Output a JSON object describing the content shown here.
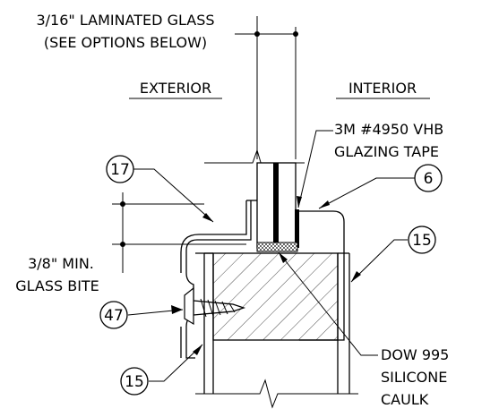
{
  "labels": {
    "glass_line1": "3/16\" LAMINATED GLASS",
    "glass_line2": "(SEE OPTIONS BELOW)",
    "exterior": "EXTERIOR",
    "interior": "INTERIOR",
    "tape_line1": "3M #4950 VHB",
    "tape_line2": "GLAZING TAPE",
    "bite_line1": "3/8\" MIN.",
    "bite_line2": "GLASS BITE",
    "caulk_line1": "DOW 995",
    "caulk_line2": "SILICONE",
    "caulk_line3": "CAULK"
  },
  "callouts": {
    "c17": "17",
    "c6": "6",
    "c15_right": "15",
    "c47": "47",
    "c15_left": "15"
  }
}
